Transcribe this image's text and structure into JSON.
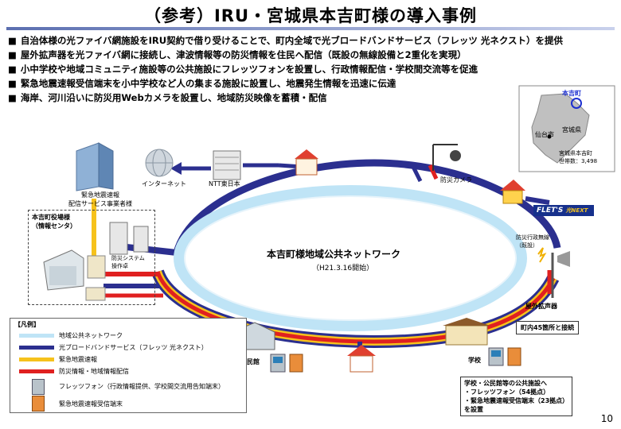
{
  "title": "（参考）IRU・宮城県本吉町様の導入事例",
  "bullets": [
    "自治体様の光ファイバ網施設をIRU契約で借り受けることで、町内全域で光ブロードバンドサービス（フレッツ 光ネクスト）を提供",
    "屋外拡声器を光ファイバ網に接続し、津波情報等の防災情報を住民へ配信（既設の無線設備と2重化を実現）",
    "小中学校や地域コミュニティ施設等の公共施設にフレッツフォンを設置し、行政情報配信・学校間交流等を促進",
    "緊急地震速報受信端末を小中学校など人の集まる施設に設置し、地震発生情報を迅速に伝達",
    "海岸、河川沿いに防災用Webカメラを設置し、地域防災映像を蓄積・配信"
  ],
  "network": {
    "name": "本吉町様地域公共ネットワーク",
    "date": "（H21.3.16開始）"
  },
  "labels": {
    "provider": "緊急地震速報\n配信サービス事業者様",
    "internet": "インターネット",
    "ntt": "NTT東日本",
    "camera": "防災カメラ",
    "town_office": "本吉町役場様\n（情報センタ）",
    "system_terminal": "防災システム\n操作卓",
    "admin_radio": "防災行政無線\n（既設）",
    "speaker": "屋外拡声器",
    "speaker_note": "町内45箇所と接続",
    "community_hall": "公民館",
    "school": "学校",
    "facility_note": "学校・公民館等の公共施設へ\n・フレッツフォン（54拠点）\n・緊急地震速報受信端末（23拠点）\nを設置",
    "flets": "FLET'S",
    "flets_sub": "光NEXT"
  },
  "map": {
    "town": "本吉町",
    "prefecture": "宮城県",
    "city": "仙台市",
    "households": "宮城県本吉町\n世帯数：3,498"
  },
  "legend": {
    "title": "【凡例】",
    "items": [
      {
        "label": "地域公共ネットワーク",
        "color": "#bfe4f6"
      },
      {
        "label": "光ブロードバンドサービス（フレッツ 光ネクスト）",
        "color": "#2b2f8f"
      },
      {
        "label": "緊急地震速報",
        "color": "#f6c21c"
      },
      {
        "label": "防災情報・地域情報配信",
        "color": "#e02020"
      }
    ],
    "device_items": [
      "フレッツフォン（行政情報提供、学校間交流用告知端末）",
      "緊急地震速報受信端末"
    ]
  },
  "page_number": "10",
  "colors": {
    "network": "#bfe4f6",
    "broadband": "#2b2f8f",
    "quake": "#f6c21c",
    "disaster": "#e02020"
  }
}
